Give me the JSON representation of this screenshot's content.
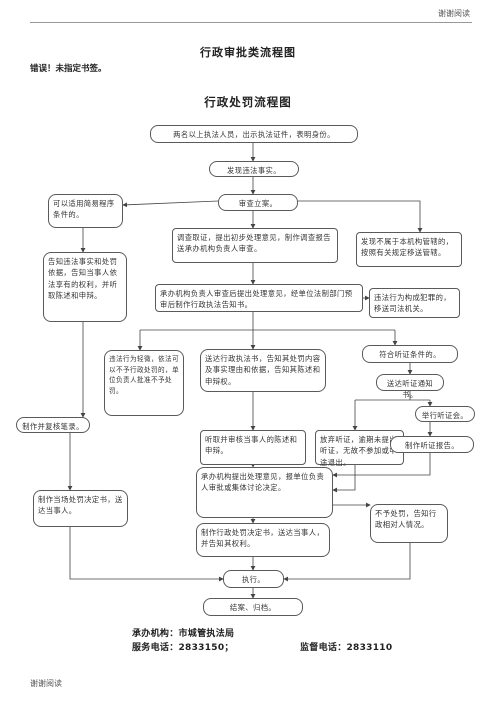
{
  "header": {
    "right_text": "谢谢阅读"
  },
  "title_main": "行政审批类流程图",
  "error_text": "错误！未指定书签。",
  "title_sub": "行政处罚流程图",
  "boxes": {
    "b1": "两名以上执法人员，出示执法证件，表明身份。",
    "b2": "发现违法事实。",
    "b3": "审查立案。",
    "b4": "可以适用简易程序条件的。",
    "b5": "调查取证，提出初步处理意见，制作调查报告送承办机构负责人审查。",
    "b6": "发现不属于本机构管辖的，按照有关规定移送管辖。",
    "b7": "告知违法事实和处罚依据，告知当事人依法享有的权利，并听取陈述和申辩。",
    "b8": "承办机构负责人审查后提出处理意见，经单位法制部门预审后制作行政执法告知书。",
    "b9": "违法行为构成犯罪的，移送司法机关。",
    "b10": "违法行为轻微，依法可以不予行政处罚的，单位负责人批准不予处罚。",
    "b11": "送达行政执法书，告知其处罚内容及事实理由和依据，告知其陈述和申辩权。",
    "b12": "符合听证条件的。",
    "b13": "送达听证通知书。",
    "b14": "制作并复核笔录。",
    "b15": "听取并审核当事人的陈述和申辩。",
    "b16": "放弃听证，逾期未提出听证，无故不参加或中途退出。",
    "b17": "举行听证会。",
    "b18": "制作听证报告。",
    "b19": "承办机构提出处理意见，报单位负责人审批或集体讨论决定。",
    "b20": "制作当场处罚决定书，送达当事人。",
    "b21": "不予处罚，告知行政相对人情况。",
    "b22": "制作行政处罚决定书，送达当事人，并告知其权利。",
    "b23": "执行。",
    "b24": "结案、归档。"
  },
  "footer": {
    "org": "承办机构：市城管执法局",
    "service_phone": "服务电话：2833150；",
    "supervise_phone": "监督电话：2833110",
    "bottom_left": "谢谢阅读"
  }
}
